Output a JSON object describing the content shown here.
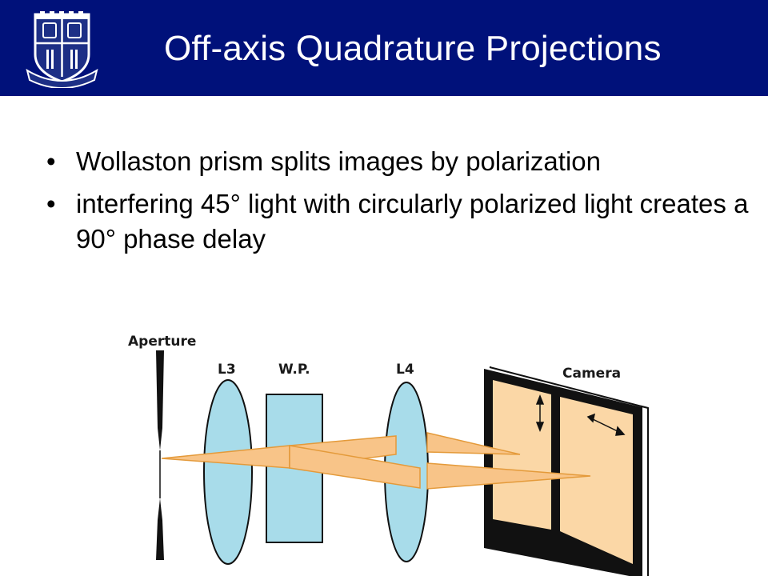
{
  "slide": {
    "title": "Off-axis Quadrature Projections",
    "bullet_marker": "•",
    "bullets": [
      "Wollaston prism splits images by polarization",
      "interfering 45° light with circularly polarized light creates a 90° phase delay"
    ]
  },
  "diagram": {
    "labels": {
      "aperture": "Aperture",
      "lens3": "L3",
      "wollaston": "W.P.",
      "lens4": "L4",
      "camera": "Camera"
    }
  },
  "colors": {
    "header_bg": "#00117a",
    "lens_fill": "#a8dcea",
    "beam_fill": "#f8c488",
    "sensor_fill": "#fbd7a6"
  },
  "icons": {
    "logo": "shield-crest-icon"
  }
}
